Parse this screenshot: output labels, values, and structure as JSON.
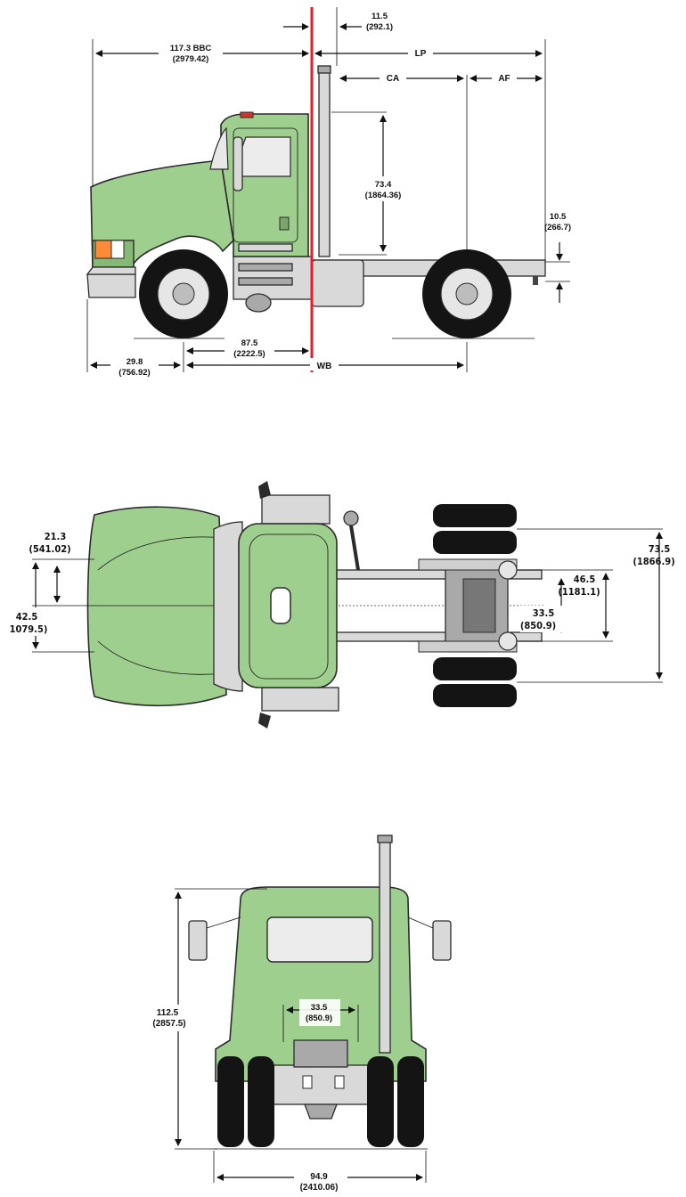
{
  "side_view": {
    "bbc": {
      "value": "117.3 BBC",
      "metric": "(2979.42)"
    },
    "offset_115": {
      "value": "11.5",
      "metric": "(292.1)"
    },
    "lp": "LP",
    "ca": "CA",
    "af": "AF",
    "height_734": {
      "value": "73.4",
      "metric": "(1864.36)"
    },
    "frame_105": {
      "value": "10.5",
      "metric": "(266.7)"
    },
    "front_298": {
      "value": "29.8",
      "metric": "(756.92)"
    },
    "axle_875": {
      "value": "87.5",
      "metric": "(2222.5)"
    },
    "wb": "WB"
  },
  "top_view": {
    "d213": {
      "value": "21.3",
      "metric": "(541.02)"
    },
    "d425": {
      "value": "42.5",
      "metric": "1079.5)"
    },
    "d735": {
      "value": "73.5",
      "metric": "(1866.9)"
    },
    "d465": {
      "value": "46.5",
      "metric": "(1181.1)"
    },
    "d335": {
      "value": "33.5",
      "metric": "(850.9)"
    }
  },
  "rear_view": {
    "height_1125": {
      "value": "112.5",
      "metric": "(2857.5)"
    },
    "frame_335": {
      "value": "33.5",
      "metric": "(850.9)"
    },
    "width_949": {
      "value": "94.9",
      "metric": "(2410.06)"
    }
  },
  "colors": {
    "body": "#9fcf8e",
    "reference_line": "#e0202a",
    "tire": "#141414"
  }
}
